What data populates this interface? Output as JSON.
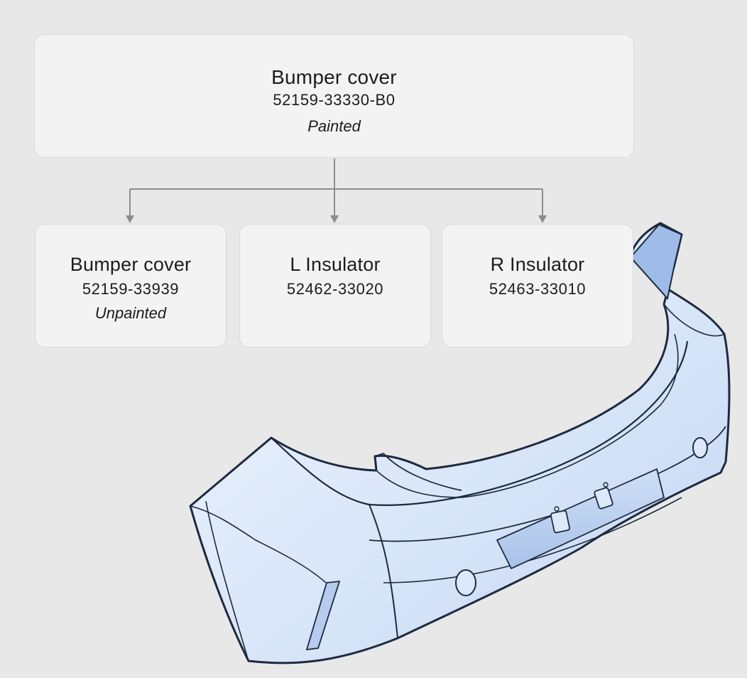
{
  "root": {
    "title": "Bumper cover",
    "part_number": "52159-33330-B0",
    "note": "Painted"
  },
  "children": [
    {
      "title": "Bumper cover",
      "part_number": "52159-33939",
      "note": "Unpainted"
    },
    {
      "title": "L Insulator",
      "part_number": "52462-33020"
    },
    {
      "title": "R Insulator",
      "part_number": "52463-33010"
    }
  ],
  "illustration": {
    "subject": "rear bumper cover line drawing",
    "fill_color": "#dde9fa",
    "outline_color": "#1d2a3f"
  },
  "colors": {
    "background": "#e8e8e8",
    "card": "#f3f3f3",
    "connector": "#8c8c8c"
  }
}
